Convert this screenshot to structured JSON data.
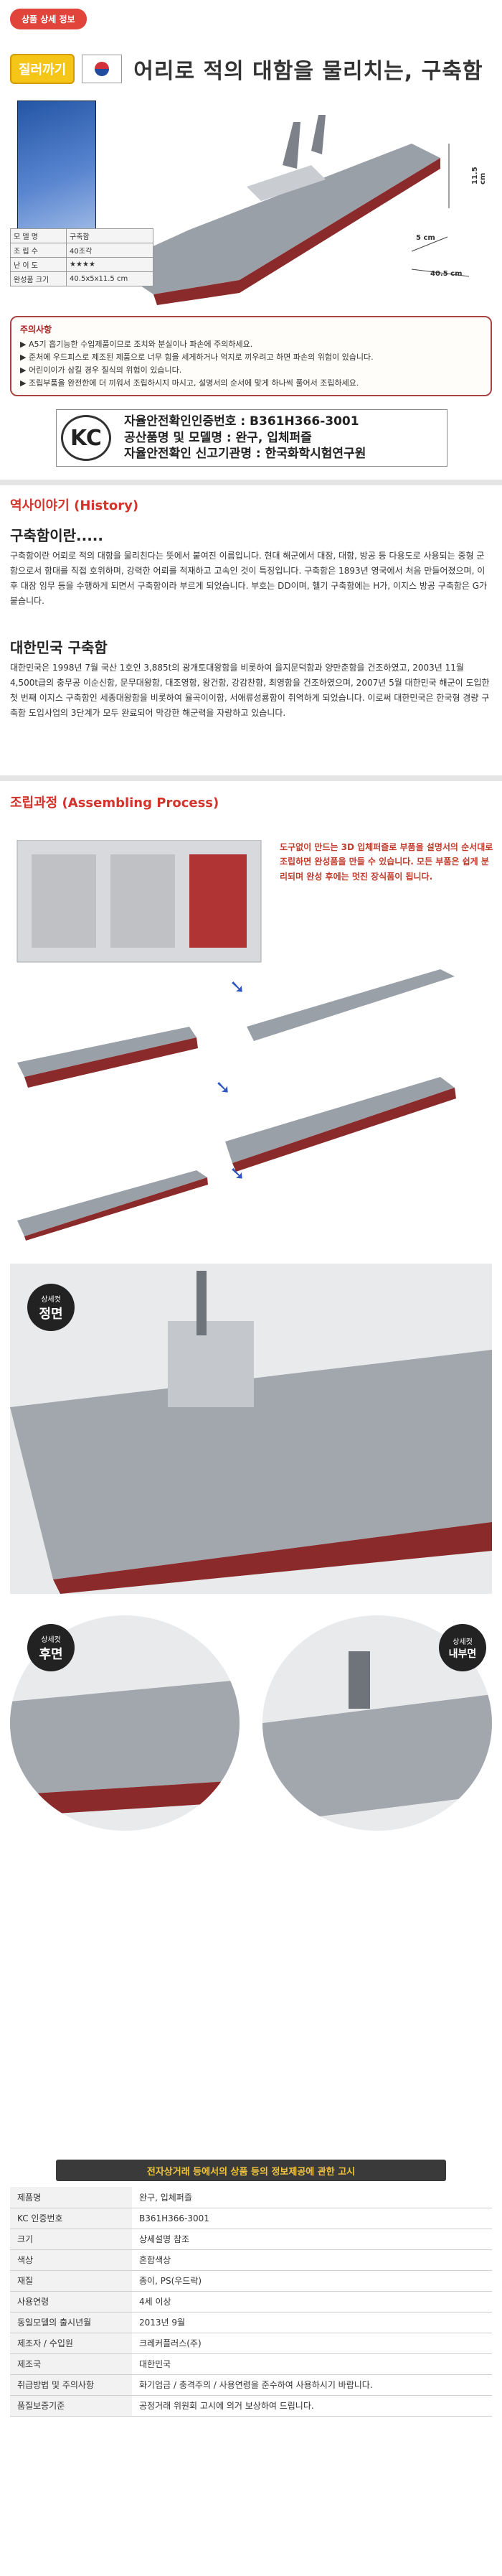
{
  "tag": "상품 상세 정보",
  "header": {
    "badge": "질러까기",
    "title": "어리로 적의 대함을 물리치는, 구축함"
  },
  "dimensions": {
    "length": "40.5 cm",
    "width": "5 cm",
    "height": "11.5 cm"
  },
  "spec_rows": [
    {
      "k": "모 델 명",
      "v": "구축함"
    },
    {
      "k": "조 립 수",
      "v": "40조각"
    },
    {
      "k": "난 이 도",
      "v": "★★★★"
    },
    {
      "k": "완성품 크기",
      "v": "40.5x5x11.5 cm"
    }
  ],
  "warning": {
    "heading": "주의사항",
    "items": [
      "A5기 흡기능한 수입제품이므로 조치와 분실이나 파손에 주의하세요.",
      "준처에 우드피스로 제조된 제품으로 너무 힘을 세게하거나 억지로 끼우려고 하면 파손의 위험이 있습니다.",
      "어린이이가 삼킬 경우 질식의 위험이 있습니다.",
      "조립부품을 완전한에 더 끼워서 조립하시지 마시고, 설명서의 순서에 맞게 하나씩 풀어서 조립하세요."
    ]
  },
  "kc": {
    "logo": "KC",
    "lines": [
      "자율안전확인인증번호 : B361H366-3001",
      "공산품명 및 모델명 : 완구, 입체퍼즐",
      "자율안전확인 신고기관명 : 한국화학시험연구원"
    ]
  },
  "history": {
    "head_ko": "역사이야기",
    "head_en": "(History)",
    "sub1": "구축함이란.....",
    "p1": "구축함이란 어뢰로 적의 대함을 물리친다는 뜻에서 붙여진 이름입니다. 현대 해군에서 대잠, 대함, 방공 등 다용도로 사용되는 중형 군함으로서 함대를 직접 호위하며, 강력한 어뢰를 적재하고 고속인 것이 특징입니다. 구축함은 1893년 영국에서 처음 만들어졌으며, 이후 대잠 임무 등을 수행하게 되면서 구축함이라 부르게 되었습니다. 부호는 DD이며, 헬기 구축함에는 H가, 이지스 방공 구축함은 G가 붙습니다.",
    "sub2": "대한민국 구축함",
    "p2": "대한민국은 1998년 7월 국산 1호인 3,885t의 광개토대왕함을 비롯하여 을지문덕함과 양만춘함을 건조하였고, 2003년 11월 4,500t급의 충무공 이순신함, 문무대왕함, 대조영함, 왕건함, 강감찬함, 최영함을 건조하였으며, 2007년 5월 대한민국 해군이 도입한 첫 번째 이지스 구축함인 세종대왕함을 비롯하여 율곡이이함, 서애류성룡함이 취역하게 되었습니다. 이로써 대한민국은 한국형 경량 구축함 도입사업의 3단계가 모두 완료되어 막강한 해군력을 자랑하고 있습니다."
  },
  "assembly": {
    "head_ko": "조립과정",
    "head_en": "(Assembling Process)",
    "note": "도구없이 만드는 3D 입체퍼즐로 부품을 설명서의 순서대로 조립하면 완성품을 만들 수 있습니다. 모든 부품은 쉽게 분리되며 완성 후에는 멋진 장식품이 됩니다."
  },
  "details": [
    {
      "small": "상세컷",
      "big": "정면"
    },
    {
      "small": "상세컷",
      "big": "후면"
    },
    {
      "small": "상세컷",
      "big": "내부면"
    }
  ],
  "gosi": {
    "title": "전자상거래 등에서의 상품 등의 정보제공에 관한 고시",
    "rows": [
      {
        "k": "제품명",
        "v": "완구, 입체퍼즐"
      },
      {
        "k": "KC 인증번호",
        "v": "B361H366-3001"
      },
      {
        "k": "크기",
        "v": "상세설명 참조"
      },
      {
        "k": "색상",
        "v": "혼합색상"
      },
      {
        "k": "재질",
        "v": "종이, PS(우드락)"
      },
      {
        "k": "사용연령",
        "v": "4세 이상"
      },
      {
        "k": "동일모델의 출시년월",
        "v": "2013년 9월"
      },
      {
        "k": "제조자 / 수입원",
        "v": "크레커플러스(주)"
      },
      {
        "k": "제조국",
        "v": "대한민국"
      },
      {
        "k": "취급방법 및 주의사항",
        "v": "화기엄금 / 충격주의 / 사용연령을 준수하여 사용하시기 바랍니다."
      },
      {
        "k": "품질보증기준",
        "v": "공정거래 위원회 고시에 의거 보상하여 드립니다."
      }
    ]
  },
  "colors": {
    "accent": "#d4332c",
    "badge": "#f5c518",
    "dark": "#3a3a3a"
  }
}
